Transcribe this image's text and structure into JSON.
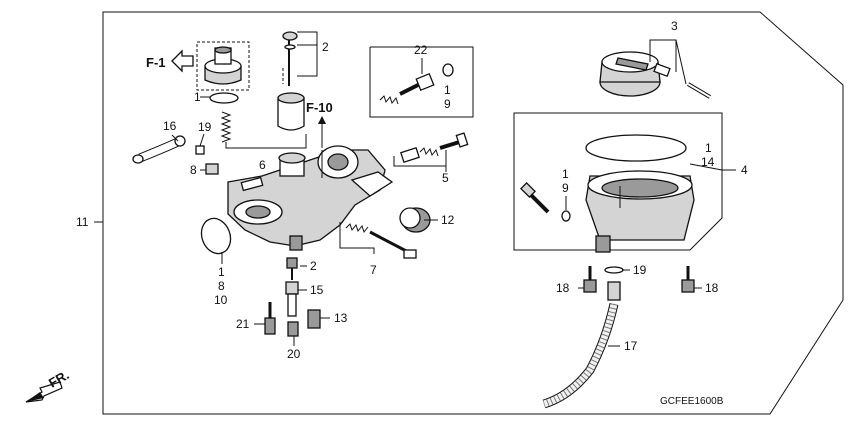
{
  "ref_labels": {
    "f1": "F-1",
    "f10": "F-10",
    "fr": "FR."
  },
  "diagram_code": "GCFEE1600B",
  "callouts": [
    {
      "id": "c3",
      "text": "3"
    },
    {
      "id": "c2a",
      "text": "2"
    },
    {
      "id": "c22",
      "text": "22"
    },
    {
      "id": "c1a",
      "text": "1"
    },
    {
      "id": "c9a",
      "text": "9"
    },
    {
      "id": "c1b",
      "text": "1"
    },
    {
      "id": "c16",
      "text": "16"
    },
    {
      "id": "c19a",
      "text": "19"
    },
    {
      "id": "c6",
      "text": "6"
    },
    {
      "id": "c8a",
      "text": "8"
    },
    {
      "id": "c11",
      "text": "11"
    },
    {
      "id": "c5",
      "text": "5"
    },
    {
      "id": "c12",
      "text": "12"
    },
    {
      "id": "c7",
      "text": "7"
    },
    {
      "id": "c1c",
      "text": "1"
    },
    {
      "id": "c14",
      "text": "14"
    },
    {
      "id": "c4",
      "text": "4"
    },
    {
      "id": "c1d",
      "text": "1"
    },
    {
      "id": "c9b",
      "text": "9"
    },
    {
      "id": "c1e",
      "text": "1"
    },
    {
      "id": "c8b",
      "text": "8"
    },
    {
      "id": "c10",
      "text": "10"
    },
    {
      "id": "c2b",
      "text": "2"
    },
    {
      "id": "c15",
      "text": "15"
    },
    {
      "id": "c13",
      "text": "13"
    },
    {
      "id": "c21",
      "text": "21"
    },
    {
      "id": "c20",
      "text": "20"
    },
    {
      "id": "c19b",
      "text": "19"
    },
    {
      "id": "c18a",
      "text": "18"
    },
    {
      "id": "c18b",
      "text": "18"
    },
    {
      "id": "c17",
      "text": "17"
    }
  ]
}
